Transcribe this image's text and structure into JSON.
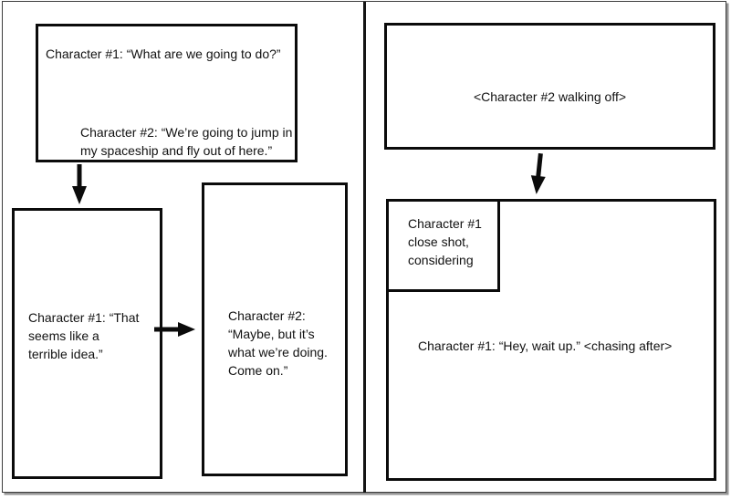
{
  "colors": {
    "background": "#ffffff",
    "box_border": "#0b0b0b",
    "frame_border": "#3c3c3c",
    "text": "#111111"
  },
  "panels": {
    "left": {
      "intro_box": {
        "char1_text": "Character #1: “What are we going to do?”",
        "char2_text": "Character #2: “We’re going to jump in\nmy spaceship and fly out of here.”"
      },
      "char1_box": {
        "text": "Character #1: “That\nseems like a\nterrible idea.”"
      },
      "char2_box": {
        "text": "Character #2:\n“Maybe, but it’s\nwhat we’re doing.\nCome on.”"
      }
    },
    "right": {
      "walkoff_box": {
        "text": "<Character #2 walking off>"
      },
      "closeup_box": {
        "text": "Character #1\nclose shot,\nconsidering"
      },
      "chase_box": {
        "text": "Character #1: “Hey, wait up.” <chasing after>"
      }
    }
  },
  "connectors": [
    {
      "name": "intro-to-char1-arrow",
      "direction": "down"
    },
    {
      "name": "char1-to-char2-arrow",
      "direction": "right"
    },
    {
      "name": "walkoff-to-chase-arrow",
      "direction": "down"
    }
  ]
}
